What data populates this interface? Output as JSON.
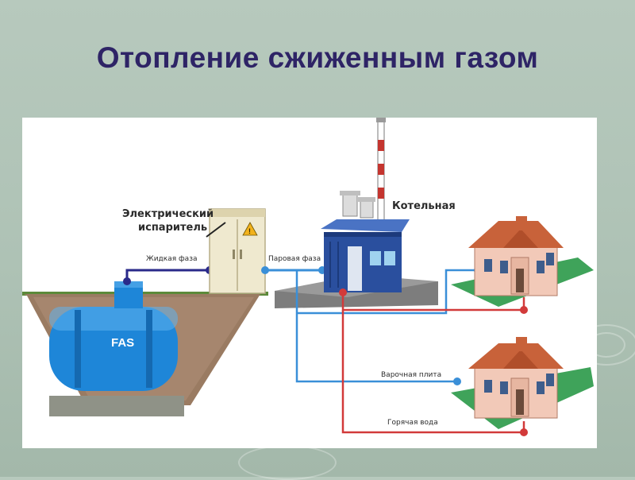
{
  "title": "Отопление сжиженным газом",
  "diagram": {
    "labels": {
      "evaporator_line1": "Электрический",
      "evaporator_line2": "испаритель",
      "liquid_phase": "Жидкая фаза",
      "vapor_phase": "Паровая фаза",
      "boiler_room": "Котельная",
      "cooktop": "Варочная плита",
      "hot_water": "Горячая вода",
      "tank_logo": "FAS"
    },
    "colors": {
      "gas_line": "#3a8fd8",
      "hot_water_line": "#d23a3a",
      "liquid_line": "#2a2a8a",
      "tank": "#1e86d8",
      "boiler_house": "#2a4f9e",
      "roof": "#c8623a",
      "house_wall": "#f2c9b8",
      "lawn": "#3fa35a"
    }
  }
}
